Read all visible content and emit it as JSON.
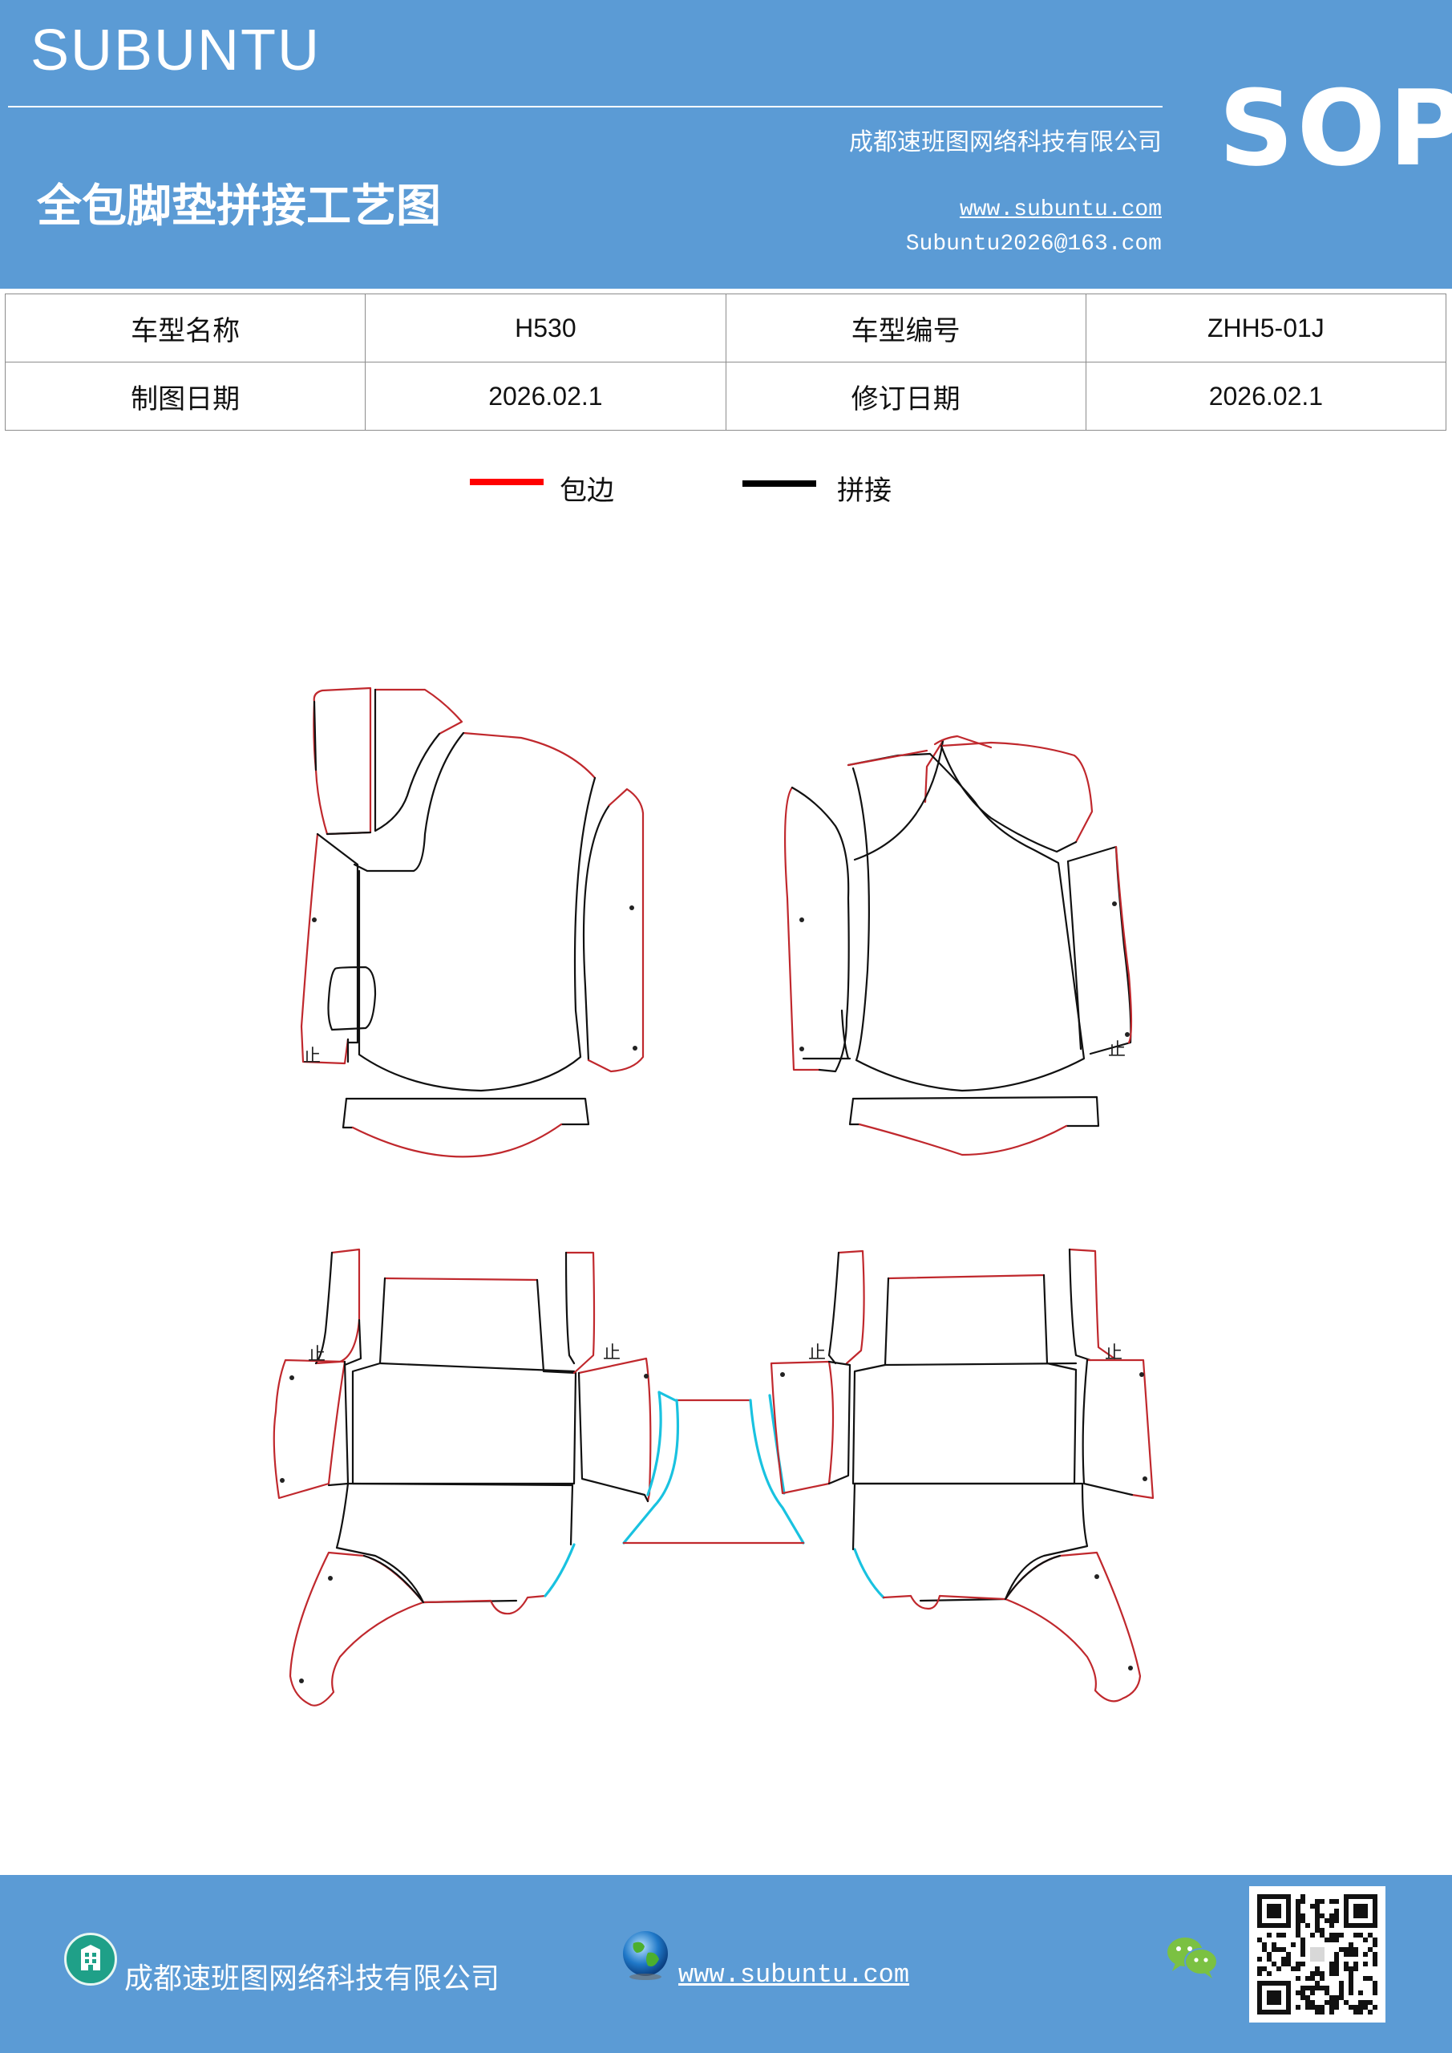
{
  "header": {
    "brand": "SUBUNTU",
    "badge": "SOP",
    "company": "成都速班图网络科技有限公司",
    "title": "全包脚垫拼接工艺图",
    "website": "www.subuntu.com",
    "email": "Subuntu2026@163.com"
  },
  "info_table": {
    "model_name_label": "车型名称",
    "model_name_value": "H530",
    "model_code_label": "车型编号",
    "model_code_value": "ZHH5-01J",
    "draw_date_label": "制图日期",
    "draw_date_value": "2026.02.1",
    "revise_date_label": "修订日期",
    "revise_date_value": "2026.02.1"
  },
  "legend": [
    {
      "label": "包边",
      "color": "#ff0000"
    },
    {
      "label": "拼接",
      "color": "#000000"
    }
  ],
  "drawing": {
    "stop_mark": "止",
    "colors": {
      "edge": "#c0282d",
      "seam": "#111111",
      "accent": "#19c2e0"
    }
  },
  "footer": {
    "company": "成都速班图网络科技有限公司",
    "website": "www.subuntu.com",
    "company_icon": "building-icon",
    "website_icon": "globe-icon",
    "wechat_icon": "wechat-icon",
    "qr_icon": "qr-code-icon"
  },
  "colors": {
    "brand_blue": "#5b9bd5",
    "white": "#ffffff"
  }
}
